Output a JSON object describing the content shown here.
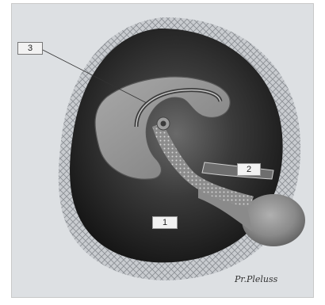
{
  "figure": {
    "labels": [
      {
        "id": "label-1",
        "text": "1"
      },
      {
        "id": "label-2",
        "text": "2"
      },
      {
        "id": "label-3",
        "text": "3"
      }
    ],
    "colors": {
      "paper": "#dfe2e5",
      "sac_dark": "#1a1a1a",
      "sac_mid": "#5a5a5a",
      "tissue": "#8a8a8a",
      "label_box": "#f2f2f2",
      "mesh": "#9a9ea3"
    }
  }
}
